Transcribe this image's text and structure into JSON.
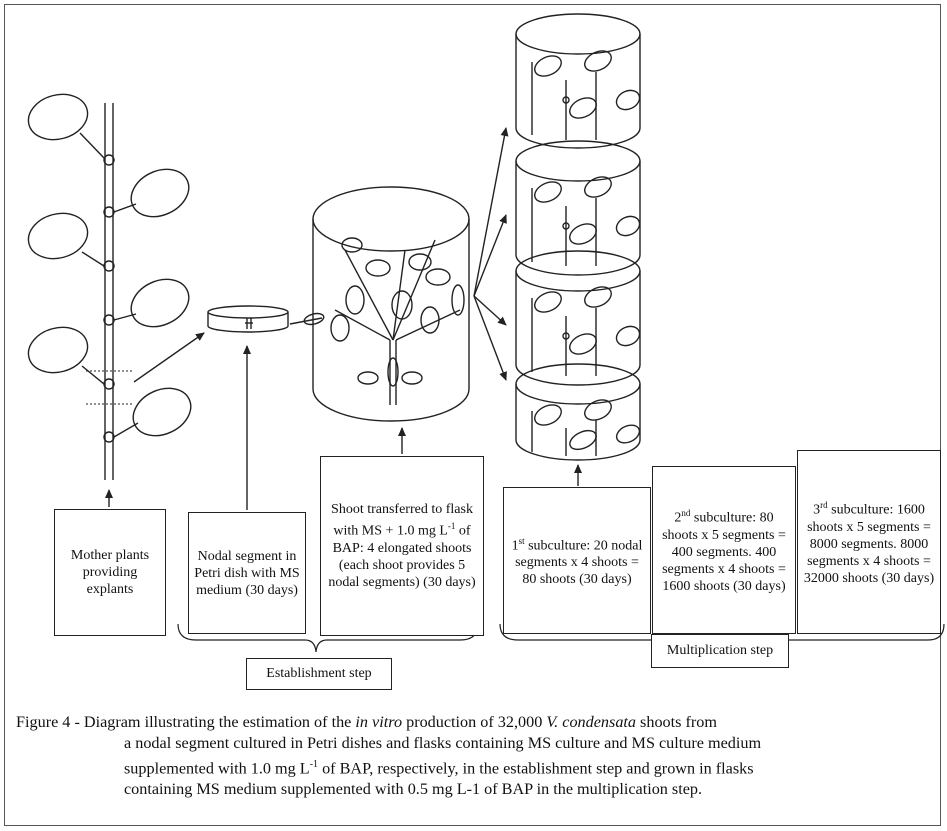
{
  "boxes": {
    "mother": "Mother plants providing explants",
    "nodal": "Nodal segment in Petri dish with MS medium (30 days)",
    "shoot_transfer": {
      "pre": "Shoot transferred to flask with MS + 1.0 mg L",
      "sup": "-1",
      "post": " of BAP: 4 elongated shoots (each shoot provides 5 nodal segments) (30 days)"
    },
    "sub1": {
      "num": "1",
      "sup": "st",
      "post": " subculture: 20 nodal segments x 4 shoots = 80 shoots (30 days)"
    },
    "sub2": {
      "num": "2",
      "sup": "nd",
      "post": " subculture: 80 shoots x 5 segments = 400 segments. 400 segments x 4 shoots = 1600 shoots (30 days)"
    },
    "sub3": {
      "num": "3",
      "sup": "rd",
      "post": " subculture: 1600 shoots x 5 segments = 8000 segments. 8000 segments x 4 shoots = 32000 shoots (30 days)"
    }
  },
  "steps": {
    "establishment": "Establishment step",
    "multiplication": "Multiplication step"
  },
  "caption": {
    "prefix": "Figure 4 - Diagram illustrating the estimation of the ",
    "italic1": "in vitro",
    "mid1": " production of 32,000 ",
    "italic2": "V. condensata",
    "mid2": " shoots from",
    "line2": "a nodal segment cultured in Petri dishes and flasks containing MS culture and MS culture medium",
    "line3_pre": "supplemented with 1.0 mg L",
    "line3_sup": "-1",
    "line3_post": " of BAP, respectively, in the establishment step and grown in flasks",
    "line4": "containing MS medium supplemented with 0.5 mg L-1 of BAP in the multiplication step."
  },
  "colors": {
    "line": "#222222",
    "frame": "#555555"
  }
}
